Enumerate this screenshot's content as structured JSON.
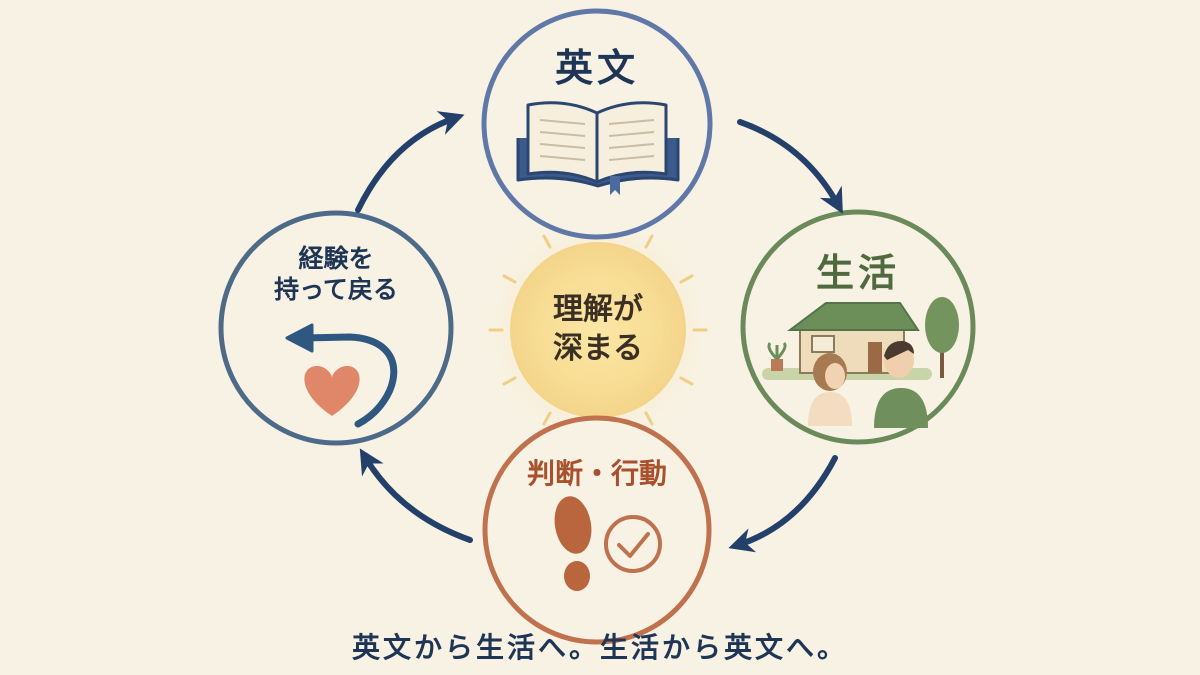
{
  "nodes": {
    "english": {
      "label": "英文"
    },
    "life": {
      "label": "生活"
    },
    "action": {
      "label": "判断・行動"
    },
    "experience": {
      "line1": "経験を",
      "line2": "持って戻る"
    }
  },
  "center": {
    "line1": "理解が",
    "line2": "深まる"
  },
  "caption": "英文から生活へ。生活から英文へ。",
  "colors": {
    "background": "#f8f2e4",
    "arrow": "#23406a",
    "english_ring": "#5f78a8",
    "life_ring": "#6b8a5a",
    "action_ring": "#c0714e",
    "experience_ring": "#4d6a88",
    "center_glow": "#f6d98c"
  }
}
